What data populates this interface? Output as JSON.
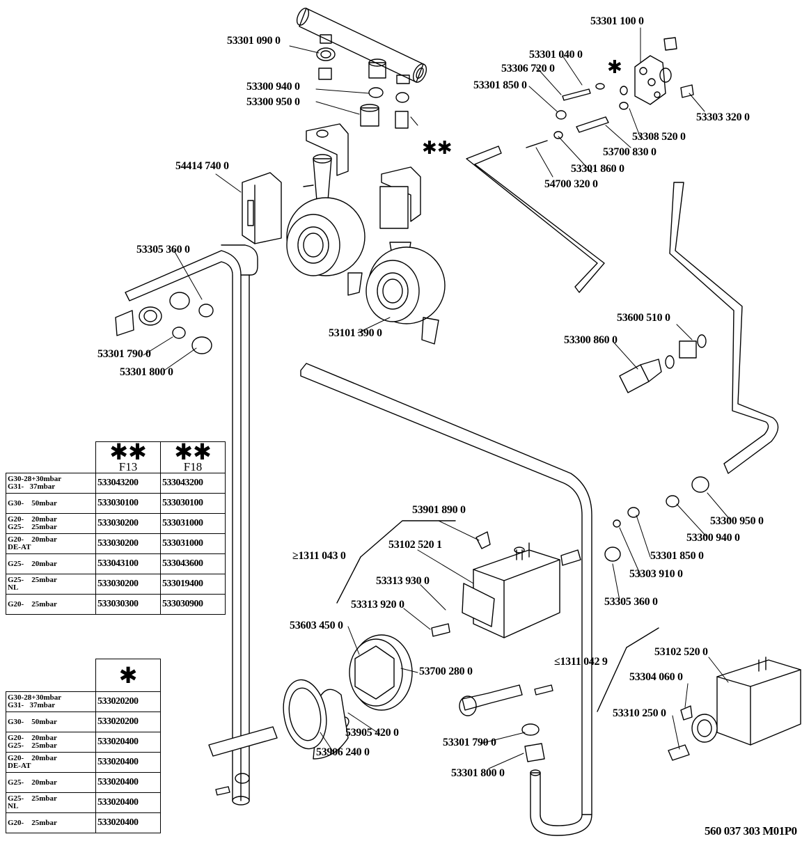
{
  "labels": [
    "53301 090 0",
    "53300 940 0",
    "53300 950 0",
    "54414 740 0",
    "53305 360 0",
    "53301 790 0",
    "53301 800 0",
    "53101 390 0",
    "53301 100 0",
    "53301 040 0",
    "53306 720 0",
    "53301 850 0",
    "53303 320 0",
    "53308 520 0",
    "53700 830 0",
    "53301 860 0",
    "54700 320 0",
    "53600 510 0",
    "53300 860 0",
    "53300 950 0",
    "53300 940 0",
    "53301 850 0",
    "53303 910 0",
    "53305 360 0",
    "53901 890 0",
    "53102 520 1",
    "53313 930 0",
    "53313 920 0",
    "53603 450 0",
    "53700 280 0",
    "53905 420 0",
    "53906 240 0",
    "53301 790 0",
    "53301 800 0",
    "53102 520 0",
    "53304 060 0",
    "53310 250 0"
  ],
  "version_labels": {
    "gte": "≥1311 043 0",
    "lte": "≤1311 042 9"
  },
  "stars": {
    "single": "✱",
    "double": "✱✱"
  },
  "table_double": {
    "headers": [
      "F13",
      "F18"
    ],
    "rows": [
      {
        "gas": [
          "G30-28+30mbar",
          "G31-   37mbar"
        ],
        "f13": "533043200",
        "f18": "533043200"
      },
      {
        "gas": [
          "G30-    50mbar"
        ],
        "f13": "533030100",
        "f18": "533030100"
      },
      {
        "gas": [
          "G20-    20mbar",
          "G25-    25mbar"
        ],
        "f13": "533030200",
        "f18": "533031000"
      },
      {
        "gas": [
          "G20-    20mbar",
          "DE-AT"
        ],
        "f13": "533030200",
        "f18": "533031000"
      },
      {
        "gas": [
          "G25-    20mbar"
        ],
        "f13": "533043100",
        "f18": "533043600"
      },
      {
        "gas": [
          "G25-    25mbar",
          "NL"
        ],
        "f13": "533030200",
        "f18": "533019400"
      },
      {
        "gas": [
          "G20-    25mbar"
        ],
        "f13": "533030300",
        "f18": "533030900"
      }
    ]
  },
  "table_single": {
    "rows": [
      {
        "gas": [
          "G30-28+30mbar",
          "G31-   37mbar"
        ],
        "code": "533020200"
      },
      {
        "gas": [
          "G30-    50mbar"
        ],
        "code": "533020200"
      },
      {
        "gas": [
          "G20-    20mbar",
          "G25-    25mbar"
        ],
        "code": "533020400"
      },
      {
        "gas": [
          "G20-    20mbar",
          "DE-AT"
        ],
        "code": "533020400"
      },
      {
        "gas": [
          "G25-    20mbar"
        ],
        "code": "533020400"
      },
      {
        "gas": [
          "G25-    25mbar",
          "NL"
        ],
        "code": "533020400"
      },
      {
        "gas": [
          "G20-    25mbar"
        ],
        "code": "533020400"
      }
    ]
  },
  "drawing_ref": "560 037 303 M01P0"
}
